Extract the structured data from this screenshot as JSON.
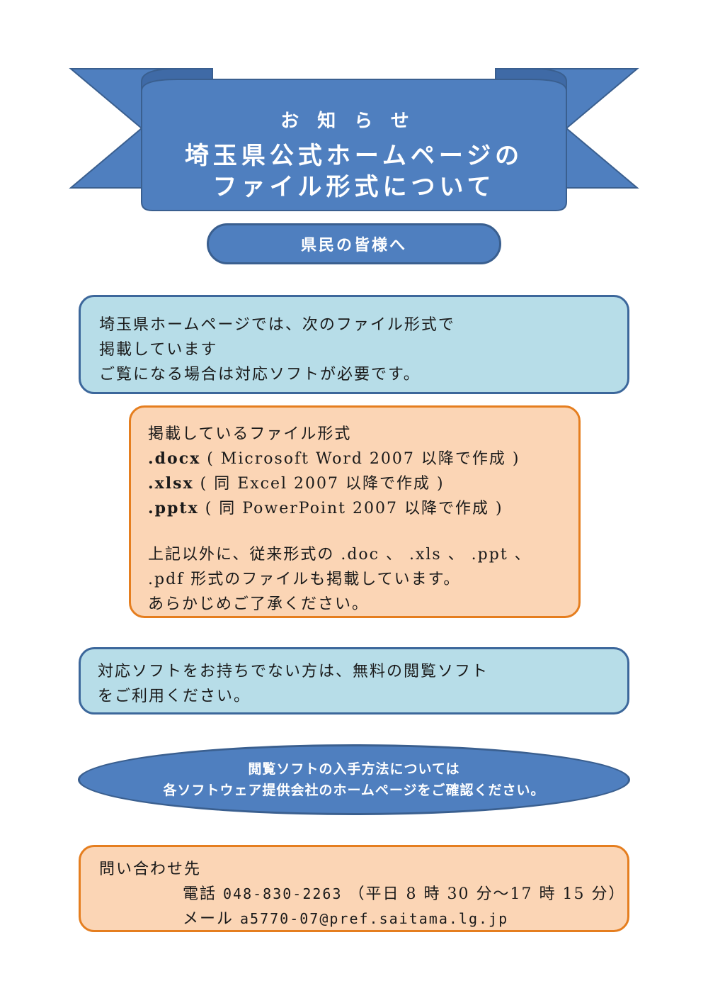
{
  "colors": {
    "ribbon_fill": "#4f7fbf",
    "ribbon_stroke": "#3a5f8f",
    "blue_box": "#b7dde8",
    "orange_box": "#fbd5b5",
    "orange_border": "#e57e1f"
  },
  "banner": {
    "kicker": "お知らせ",
    "headline_line1": "埼玉県公式ホームページの",
    "headline_line2": "ファイル形式について"
  },
  "pill_text": "県民の皆様へ",
  "notice_box": {
    "line1": "埼玉県ホームページでは、次のファイル形式で",
    "line2": "掲載しています",
    "line3": "ご覧になる場合は対応ソフトが必要です。"
  },
  "formats_box": {
    "intro": "掲載しているファイル形式",
    "docx_ext": ".docx",
    "docx_desc": "( Microsoft Word 2007 以降で作成 )",
    "xlsx_ext": ".xlsx",
    "xlsx_desc": "(      同    Excel 2007 以降で作成 )",
    "pptx_ext": ".pptx",
    "pptx_desc": "(      同    PowerPoint 2007 以降で作成 )",
    "note_line1": "上記以外に、従来形式の .doc 、 .xls 、 .ppt 、",
    "note_line2": ".pdf 形式のファイルも掲載しています。",
    "note_line3": "あらかじめご了承ください。"
  },
  "viewer_box": {
    "line1": "対応ソフトをお持ちでない方は、無料の閲覧ソフト",
    "line2": "をご利用ください。"
  },
  "oval": {
    "line1": "閲覧ソフトの入手方法については",
    "line2": "各ソフトウェア提供会社のホームページをご確認ください。"
  },
  "contact": {
    "title": "問い合わせ先",
    "phone_label": "電話",
    "phone": "048-830-2263",
    "hours": "（平日 8 時 30 分～17 時 15 分）",
    "email_label": "メール",
    "email": "a5770-07@pref.saitama.lg.jp"
  }
}
